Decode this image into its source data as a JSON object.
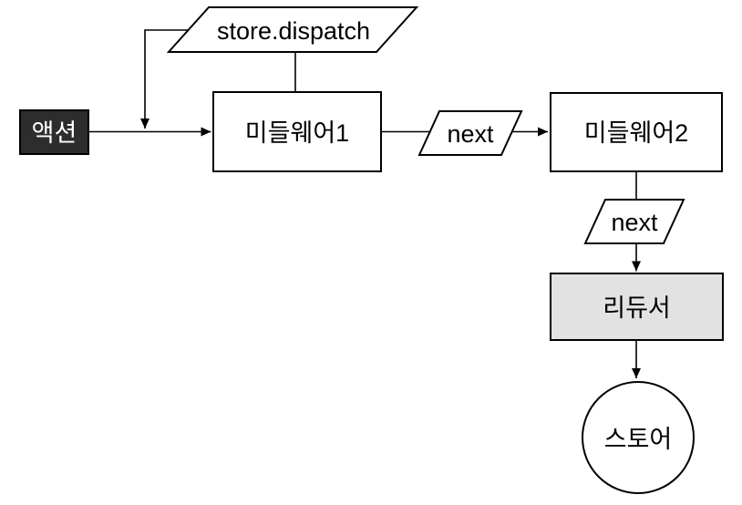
{
  "diagram": {
    "description": "Flowchart of an action passing through middleware to a reducer and store",
    "background_color": "#ffffff",
    "line_color": "#000000",
    "nodes": {
      "action": {
        "label": "액션",
        "shape": "rect",
        "fill": "#2d2d2d",
        "text_color": "#ffffff"
      },
      "store_dispatch": {
        "label": "store.dispatch",
        "shape": "parallelogram",
        "fill": "#ffffff",
        "text_color": "#000000"
      },
      "middleware1": {
        "label": "미들웨어1",
        "shape": "rect",
        "fill": "#ffffff",
        "text_color": "#000000"
      },
      "next1": {
        "label": "next",
        "shape": "parallelogram",
        "fill": "#ffffff",
        "text_color": "#000000"
      },
      "middleware2": {
        "label": "미들웨어2",
        "shape": "rect",
        "fill": "#ffffff",
        "text_color": "#000000"
      },
      "next2": {
        "label": "next",
        "shape": "parallelogram",
        "fill": "#ffffff",
        "text_color": "#000000"
      },
      "reducer": {
        "label": "리듀서",
        "shape": "rect",
        "fill": "#e2e2e2",
        "text_color": "#000000"
      },
      "store": {
        "label": "스토어",
        "shape": "circle",
        "fill": "#ffffff",
        "text_color": "#000000"
      }
    },
    "edges": [
      {
        "from": "action",
        "to": "middleware1",
        "style": "arrow"
      },
      {
        "from": "store_dispatch",
        "to": "action_middleware1_edge",
        "style": "elbow-arrow"
      },
      {
        "from": "store_dispatch",
        "to": "middleware1",
        "style": "plain-line"
      },
      {
        "from": "middleware1",
        "to": "middleware2",
        "style": "arrow",
        "through": "next1"
      },
      {
        "from": "middleware2",
        "to": "next2",
        "style": "plain-line"
      },
      {
        "from": "next2",
        "to": "reducer",
        "style": "arrow"
      },
      {
        "from": "reducer",
        "to": "store",
        "style": "arrow"
      }
    ]
  }
}
